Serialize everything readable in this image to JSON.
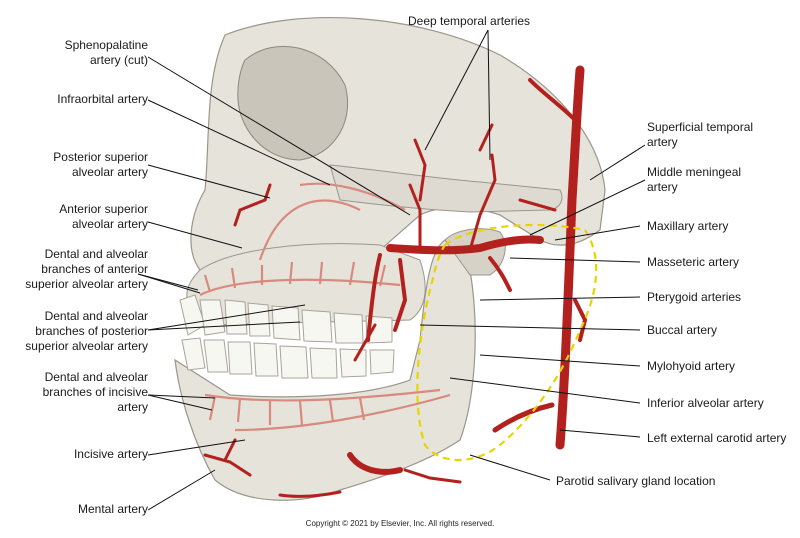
{
  "labels": {
    "deep_temporal": [
      "Deep temporal arteries"
    ],
    "sphenopalatine": [
      "Sphenopalatine",
      "artery (cut)"
    ],
    "infraorbital": [
      "Infraorbital artery"
    ],
    "posterior_superior_alveolar": [
      "Posterior superior",
      "alveolar artery"
    ],
    "anterior_superior_alveolar": [
      "Anterior superior",
      "alveolar artery"
    ],
    "dental_anterior": [
      "Dental and alveolar",
      "branches of anterior",
      "superior alveolar artery"
    ],
    "dental_posterior": [
      "Dental and alveolar",
      "branches of posterior",
      "superior alveolar artery"
    ],
    "dental_incisive": [
      "Dental and alveolar",
      "branches of incisive",
      "artery"
    ],
    "incisive": [
      "Incisive artery"
    ],
    "mental": [
      "Mental artery"
    ],
    "superficial_temporal": [
      "Superficial temporal",
      "artery"
    ],
    "middle_meningeal": [
      "Middle meningeal",
      "artery"
    ],
    "maxillary": [
      "Maxillary artery"
    ],
    "masseteric": [
      "Masseteric artery"
    ],
    "pterygoid": [
      "Pterygoid arteries"
    ],
    "buccal": [
      "Buccal artery"
    ],
    "mylohyoid": [
      "Mylohyoid artery"
    ],
    "inferior_alveolar": [
      "Inferior alveolar artery"
    ],
    "left_external_carotid": [
      "Left external carotid artery"
    ],
    "parotid": [
      "Parotid salivary gland location"
    ]
  },
  "copyright": "Copyright © 2021 by Elsevier, Inc. All rights reserved.",
  "colors": {
    "artery": "#b3211e",
    "artery_faint": "#d98a7e",
    "bone": "#e6e3db",
    "bone_shadow": "#c9c5ba",
    "teeth": "#f7f7f2",
    "gland_outline": "#e8d400"
  }
}
